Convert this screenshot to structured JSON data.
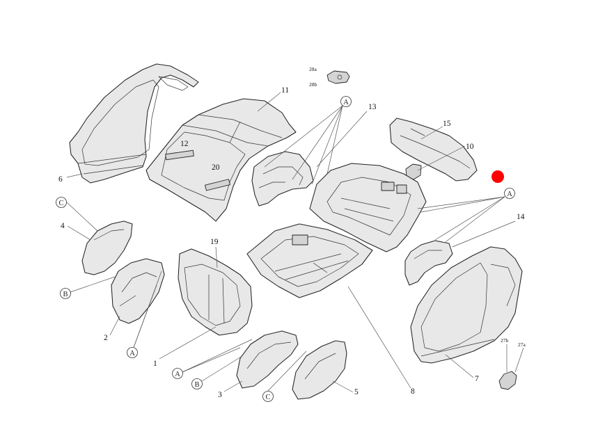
{
  "diagram": {
    "callouts": {
      "n1": "1",
      "n2": "2",
      "n3": "3",
      "n4": "4",
      "n5": "5",
      "n6": "6",
      "n7": "7",
      "n8": "8",
      "n10": "10",
      "n11": "11",
      "n12": "12",
      "n13": "13",
      "n14": "14",
      "n15": "15",
      "n19": "19",
      "n20": "20",
      "n27a": "27a",
      "n27b": "27b",
      "n28a": "28a",
      "n28b": "28b"
    },
    "letters": {
      "a_top": "A",
      "a_right": "A",
      "a_bottom_mid": "A",
      "a_bottom_left": "A",
      "b_left": "B",
      "b_bottom": "B",
      "c_left": "C",
      "c_bottom": "C"
    },
    "marker_color": "#ff0000"
  }
}
